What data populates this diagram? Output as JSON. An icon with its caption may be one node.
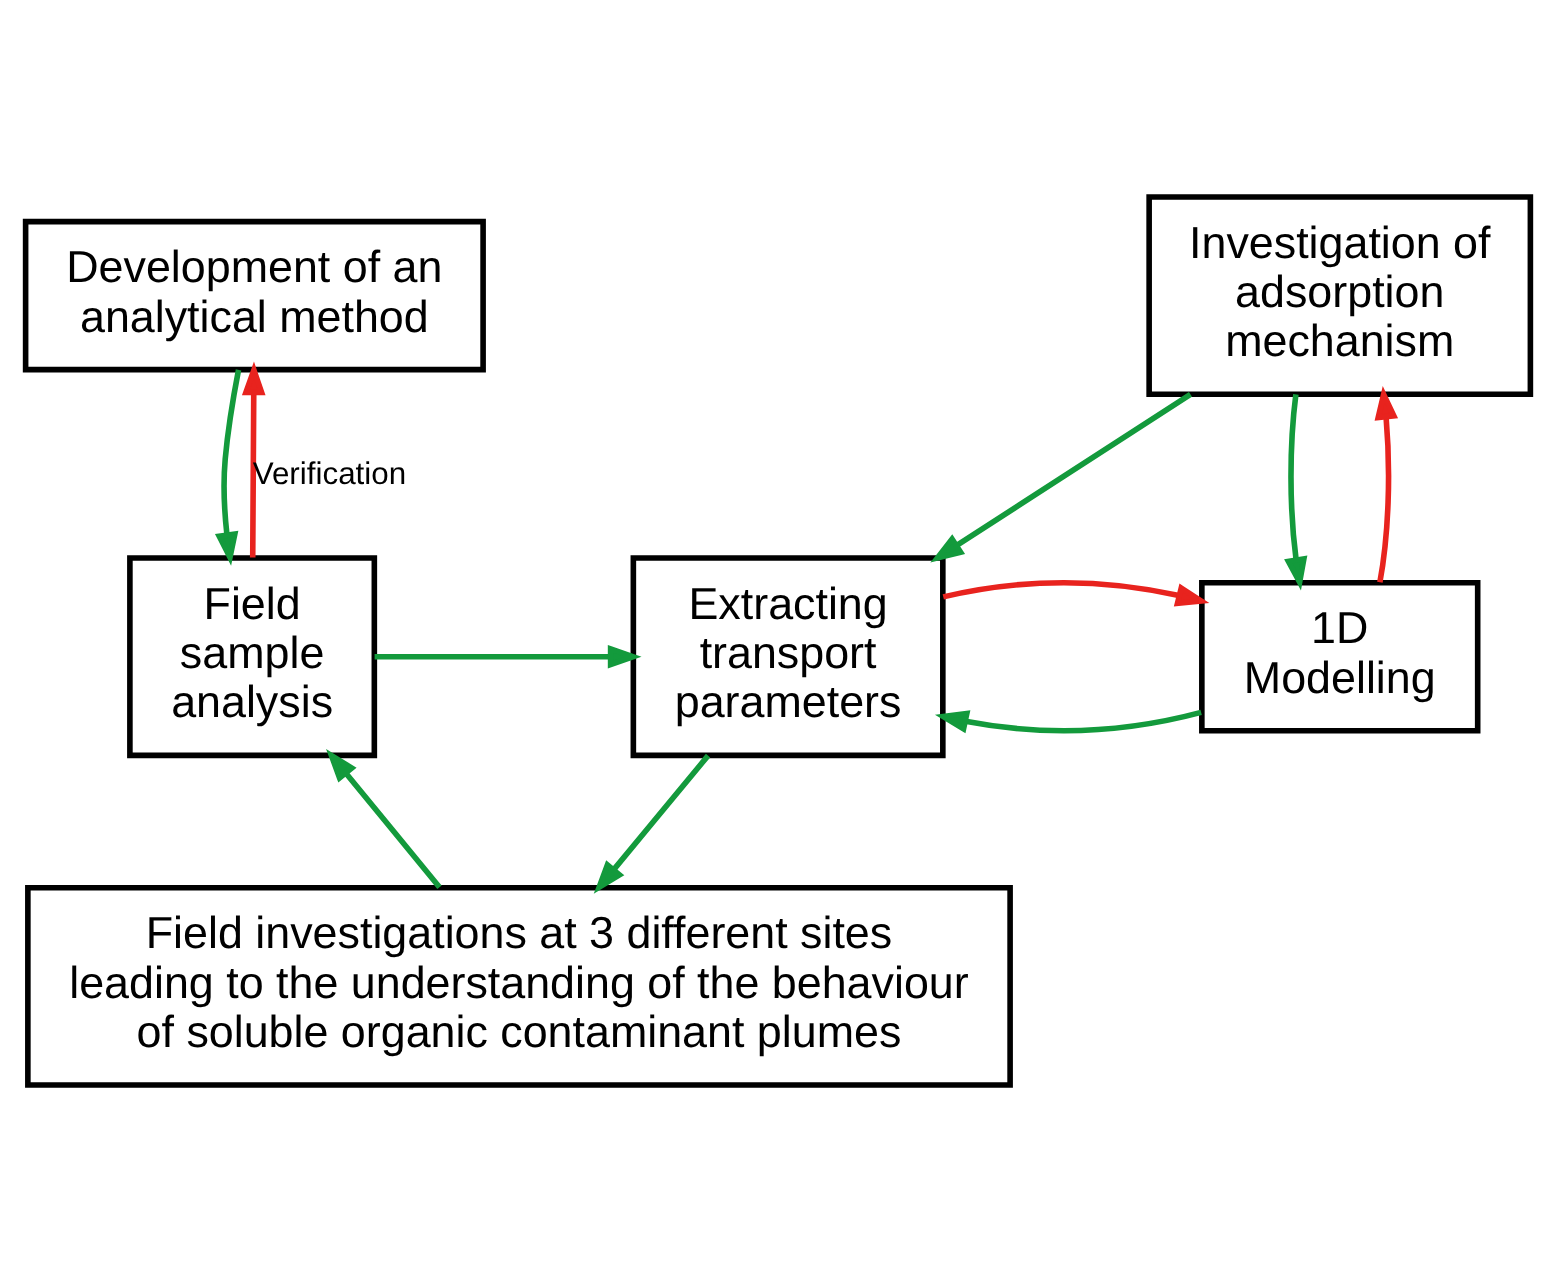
{
  "diagram": {
    "nodes": [
      {
        "text": [
          "Development of an analytical method"
        ]
      },
      {
        "text": [
          "Investigation of adsorption mechanism"
        ]
      },
      {
        "text": [
          "Field sample analysis"
        ]
      },
      {
        "text": [
          "Extracting transport parameters"
        ]
      },
      {
        "text": [
          "1D Modelling"
        ]
      },
      {
        "text": [
          "Field investigations at 3 different sites leading to the understanding of the behaviour of soluble organic contaminant plumes"
        ]
      }
    ],
    "edges": [
      {
        "from": 0,
        "to": 2,
        "arrow": "to"
      },
      {
        "from": 2,
        "to": 0,
        "arrow": "to",
        "label": "Verification",
        "color": "#e8231e"
      },
      {
        "from": 1,
        "to": 3,
        "arrow": "to"
      },
      {
        "from": 1,
        "to": 4,
        "arrow": "to"
      },
      {
        "from": 4,
        "to": 1,
        "arrow": "to",
        "color": "#e8231e"
      },
      {
        "from": 4,
        "to": 3,
        "arrow": "to"
      },
      {
        "from": 3,
        "to": 4,
        "arrow": "to",
        "color": "#e8231e"
      },
      {
        "from": 2,
        "to": 3,
        "arrow": "to"
      },
      {
        "from": 3,
        "to": 5,
        "arrow": "to"
      },
      {
        "from": 5,
        "to": 2,
        "arrow": "to"
      }
    ]
  }
}
